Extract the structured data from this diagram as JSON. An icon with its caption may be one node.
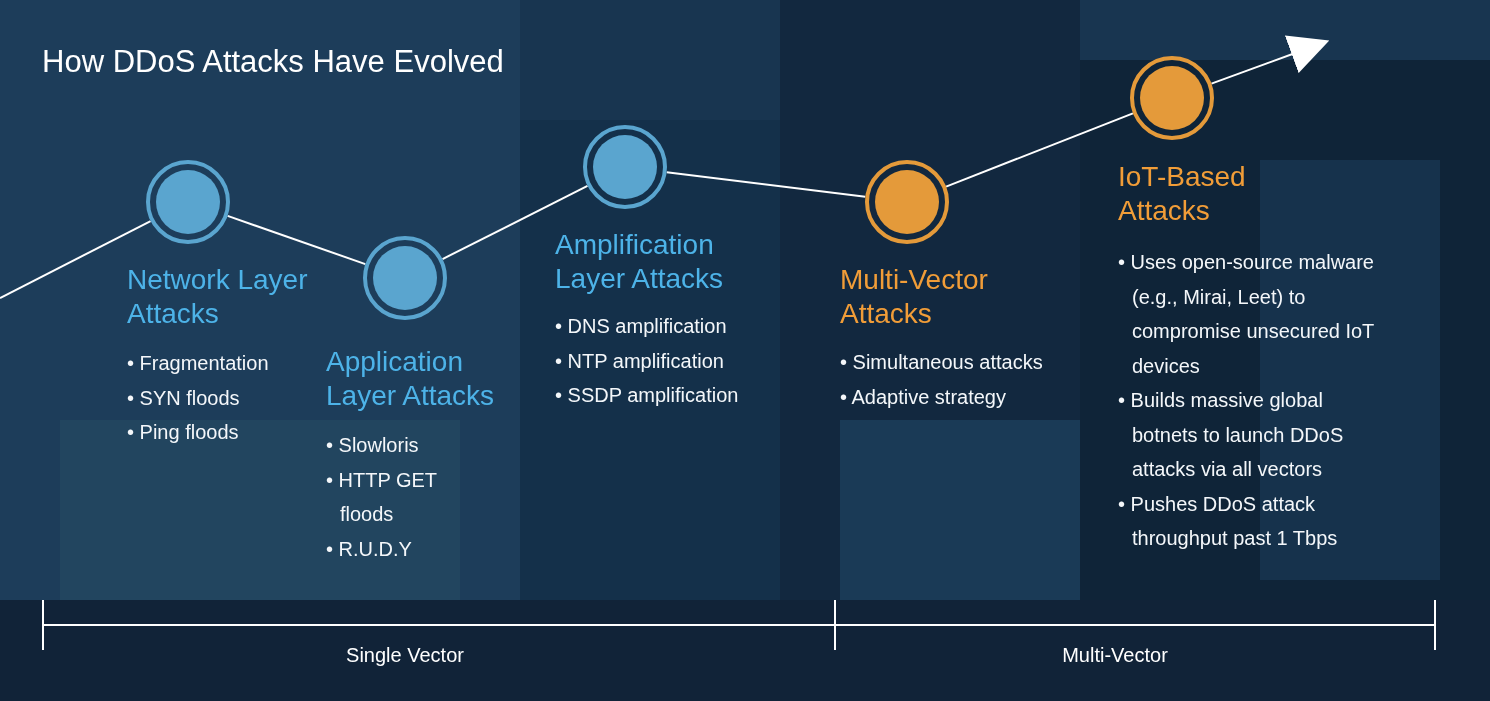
{
  "diagram": {
    "title": "How DDoS Attacks Have Evolved",
    "nodes": [
      {
        "text": [
          "Network Layer Attacks"
        ],
        "beside": [
          "• Fragmentation",
          "• SYN floods",
          "• Ping floods"
        ]
      },
      {
        "text": [
          "Application Layer Attacks"
        ],
        "beside": [
          "• Slowloris",
          "• HTTP GET floods",
          "• R.U.D.Y"
        ]
      },
      {
        "text": [
          "Amplification Layer Attacks"
        ],
        "beside": [
          "• DNS amplification",
          "• NTP amplification",
          "• SSDP amplification"
        ]
      },
      {
        "text": [
          "Multi-Vector Attacks"
        ],
        "beside": [
          "• Simultaneous attacks",
          "• Adaptive strategy"
        ]
      },
      {
        "text": [
          "IoT-Based Attacks"
        ],
        "beside": [
          "• Uses open-source malware (e.g., Mirai, Leet) to compromise unsecured IoT devices",
          "• Builds massive global botnets to launch DDoS attacks via all vectors",
          "• Pushes DDoS attack throughput past 1 Tbps"
        ]
      }
    ],
    "edges": [
      {
        "from": null,
        "to": 0,
        "arrow": "none"
      },
      {
        "from": 0,
        "to": 1,
        "arrow": "none"
      },
      {
        "from": 1,
        "to": 2,
        "arrow": "none"
      },
      {
        "from": 2,
        "to": 3,
        "arrow": "none"
      },
      {
        "from": 3,
        "to": 4,
        "arrow": "none"
      },
      {
        "from": 4,
        "to": null,
        "arrow": "to"
      }
    ],
    "labels": [
      "Single Vector",
      "Multi-Vector"
    ]
  }
}
